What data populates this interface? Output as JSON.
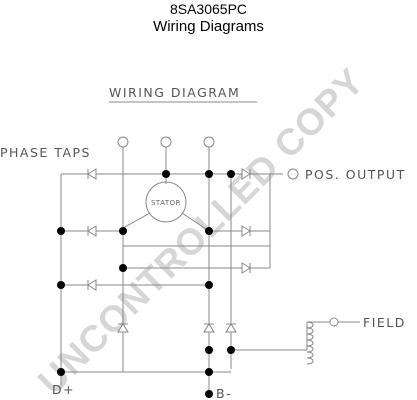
{
  "header": {
    "part_number": "8SA3065PC",
    "subtitle": "Wiring Diagrams"
  },
  "diagram": {
    "title": "WIRING DIAGRAM",
    "labels": {
      "phase_taps": "PHASE TAPS",
      "stator": "STATOR",
      "pos_output": "POS. OUTPUT",
      "field": "FIELD",
      "d_plus": "D+",
      "b_minus": "B-"
    }
  },
  "watermark": "UNCONTROLLED COPY"
}
